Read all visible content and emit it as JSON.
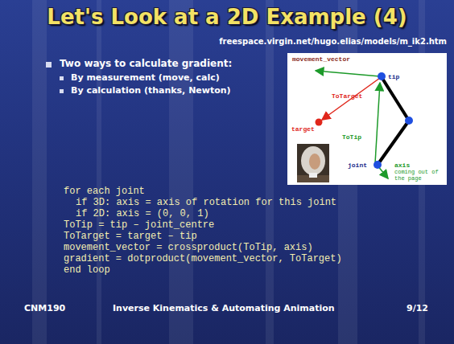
{
  "diagram": {
    "title": "Let's Look at a 2D Example (4)",
    "labels": [
      "freespace.virgin.net/hugo.elias/models/m_ik2.htm",
      "Two ways to calculate gradient:",
      "By measurement (move, calc)",
      "By calculation (thanks, Newton)",
      "movement_vector",
      "tip",
      "ToTarget",
      "target",
      "ToTip",
      "joint",
      "axis",
      "coming out of the page",
      "for each joint",
      "if 3D: axis = axis of rotation for this joint",
      "if 2D: axis = (0, 0, 1)",
      "ToTip = tip – joint_centre",
      "ToTarget = target – tip",
      "movement_vector = crossproduct(ToTip, axis)",
      "gradient = dotproduct(movement_vector, ToTarget)",
      "end loop",
      "CNM190",
      "Inverse Kinematics & Automating Animation",
      "9/12"
    ]
  }
}
